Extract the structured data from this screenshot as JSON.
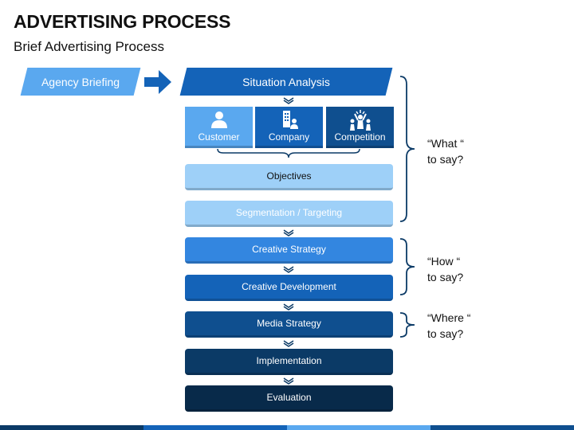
{
  "title": "ADVERTISING PROCESS",
  "subtitle": "Brief Advertising Process",
  "colors": {
    "light_blue": "#5aa8ef",
    "mid_blue": "#1463b8",
    "pale_blue": "#9ed0f8",
    "dark_blue": "#0f4f8f",
    "navy": "#0b3a66"
  },
  "flow": {
    "agency": "Agency Briefing",
    "situation": "Situation Analysis",
    "tiles": [
      {
        "label": "Customer",
        "icon": "person-icon"
      },
      {
        "label": "Company",
        "icon": "building-icon"
      },
      {
        "label": "Competition",
        "icon": "competition-icon"
      }
    ],
    "steps": [
      "Objectives",
      "Segmentation / Targeting",
      "Creative Strategy",
      "Creative Development",
      "Media Strategy",
      "Implementation",
      "Evaluation"
    ]
  },
  "notes": [
    {
      "line1": "“What “",
      "line2": "to say?"
    },
    {
      "line1": "“How “",
      "line2": "to say?"
    },
    {
      "line1": "“Where “",
      "line2": "to say?"
    }
  ]
}
